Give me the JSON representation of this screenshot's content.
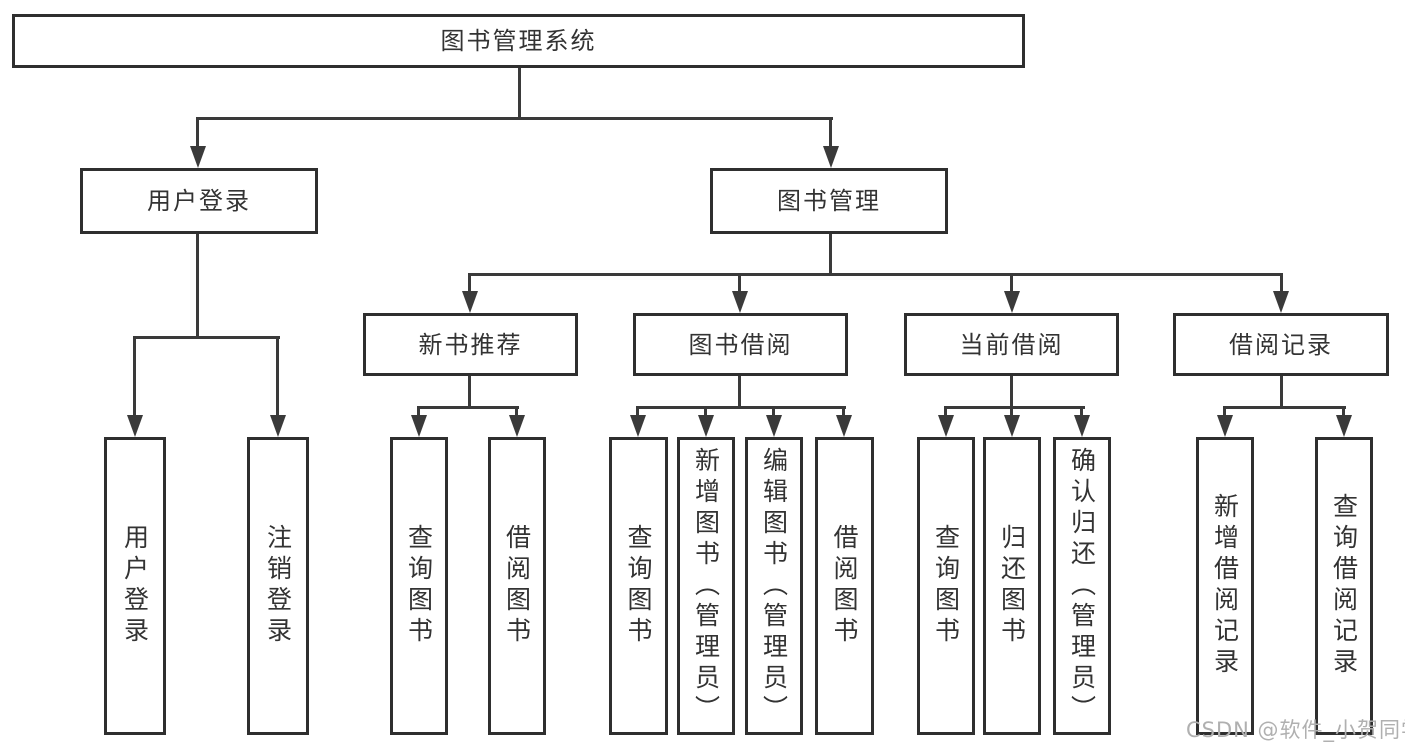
{
  "diagram": {
    "title": "图书管理系统",
    "watermark": "CSDN @软件_小贺同学",
    "colors": {
      "line": "#3a3a3a",
      "border": "#2f2f2f",
      "text": "#333333",
      "watermark": "#b0b0b0",
      "background": "#ffffff"
    },
    "nodes": {
      "root": {
        "label": "图书管理系统"
      },
      "user_login": {
        "label": "用户登录"
      },
      "book_mgmt": {
        "label": "图书管理"
      },
      "user_login_leaf": {
        "label": "用户登录"
      },
      "logout_leaf": {
        "label": "注销登录"
      },
      "new_book_rec": {
        "label": "新书推荐"
      },
      "book_borrow": {
        "label": "图书借阅"
      },
      "current_borrow": {
        "label": "当前借阅"
      },
      "borrow_records": {
        "label": "借阅记录"
      },
      "nbr_query": {
        "label": "查询图书"
      },
      "nbr_borrow": {
        "label": "借阅图书"
      },
      "bb_query": {
        "label": "查询图书"
      },
      "bb_add": {
        "label": "新增图书（管理员）"
      },
      "bb_edit": {
        "label": "编辑图书（管理员）"
      },
      "bb_borrow": {
        "label": "借阅图书"
      },
      "cb_query": {
        "label": "查询图书"
      },
      "cb_return": {
        "label": "归还图书"
      },
      "cb_confirm": {
        "label": "确认归还（管理员）"
      },
      "br_add": {
        "label": "新增借阅记录"
      },
      "br_query": {
        "label": "查询借阅记录"
      }
    },
    "structure": {
      "图书管理系统": {
        "用户登录": [
          "用户登录",
          "注销登录"
        ],
        "图书管理": {
          "新书推荐": [
            "查询图书",
            "借阅图书"
          ],
          "图书借阅": [
            "查询图书",
            "新增图书（管理员）",
            "编辑图书（管理员）",
            "借阅图书"
          ],
          "当前借阅": [
            "查询图书",
            "归还图书",
            "确认归还（管理员）"
          ],
          "借阅记录": [
            "新增借阅记录",
            "查询借阅记录"
          ]
        }
      }
    }
  }
}
